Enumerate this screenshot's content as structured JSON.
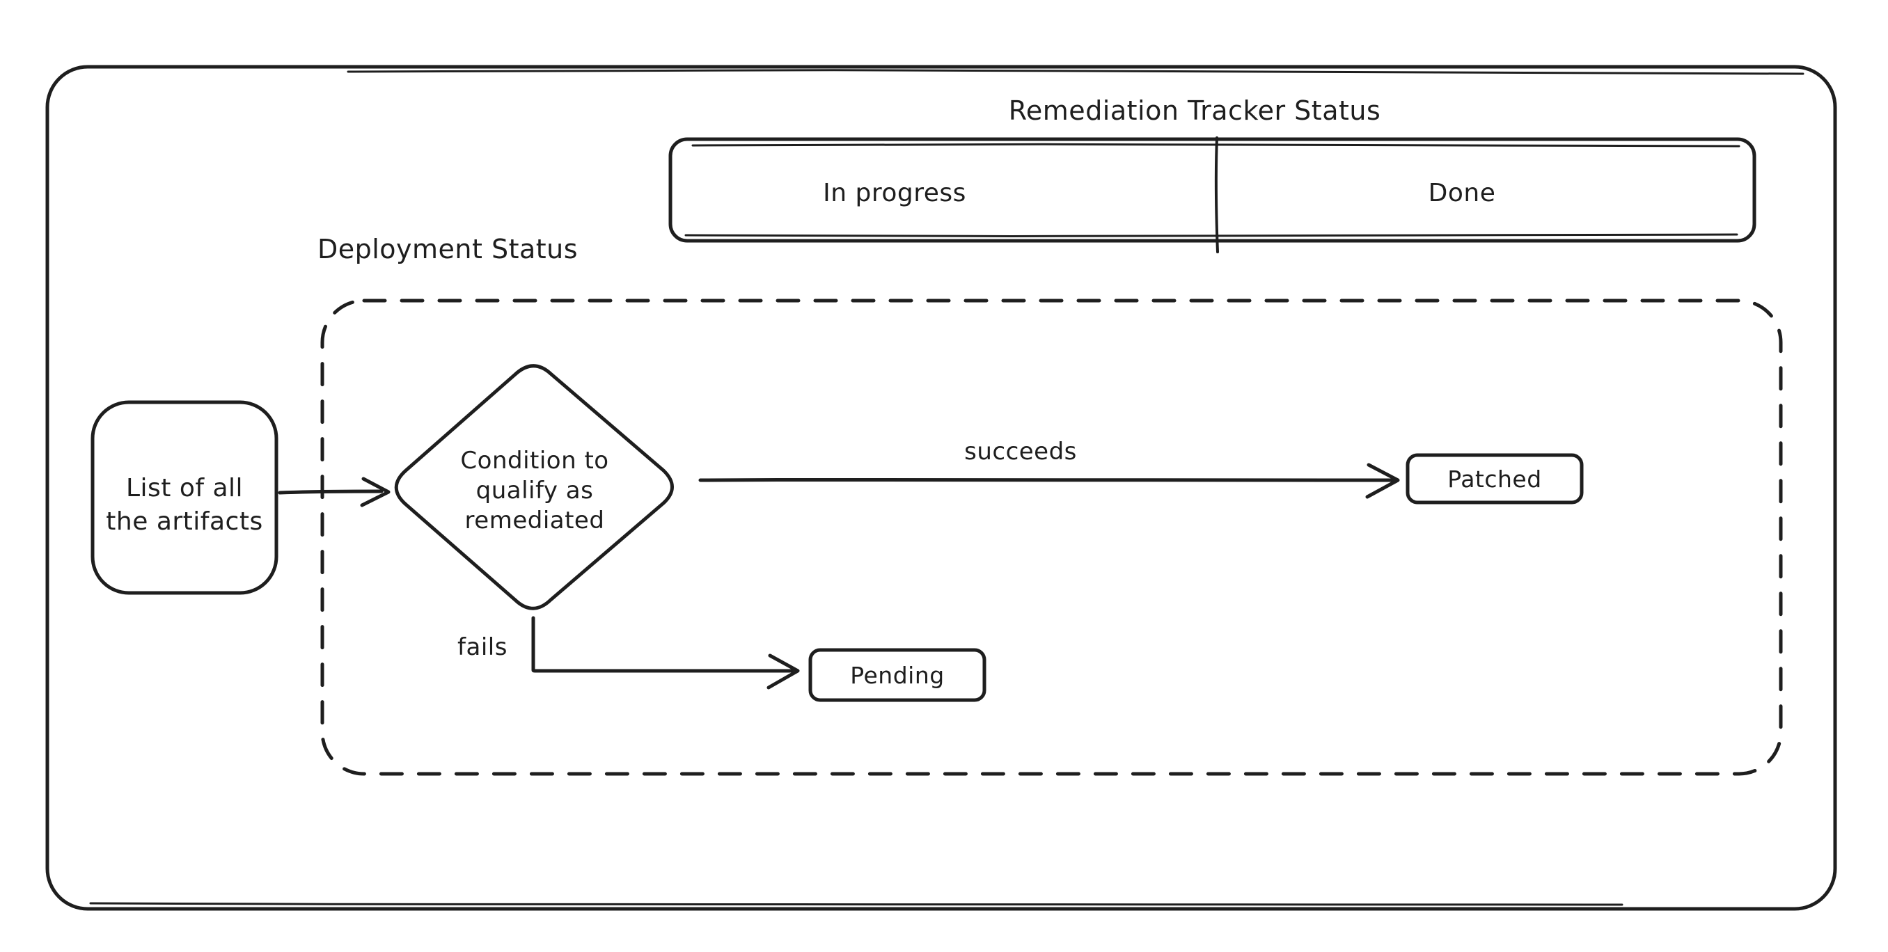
{
  "canvas": {
    "background": "#ffffff",
    "ink": "#1e1e1e"
  },
  "tracker": {
    "title": "Remediation Tracker Status",
    "columns": [
      {
        "label": "In progress"
      },
      {
        "label": "Done"
      }
    ]
  },
  "deployment": {
    "label": "Deployment Status",
    "artifacts": {
      "line1": "List of all",
      "line2": "the artifacts"
    },
    "decision": {
      "line1": "Condition to",
      "line2": "qualify as",
      "line3": "remediated"
    },
    "success_edge_label": "succeeds",
    "fail_edge_label": "fails",
    "patched_label": "Patched",
    "pending_label": "Pending"
  }
}
